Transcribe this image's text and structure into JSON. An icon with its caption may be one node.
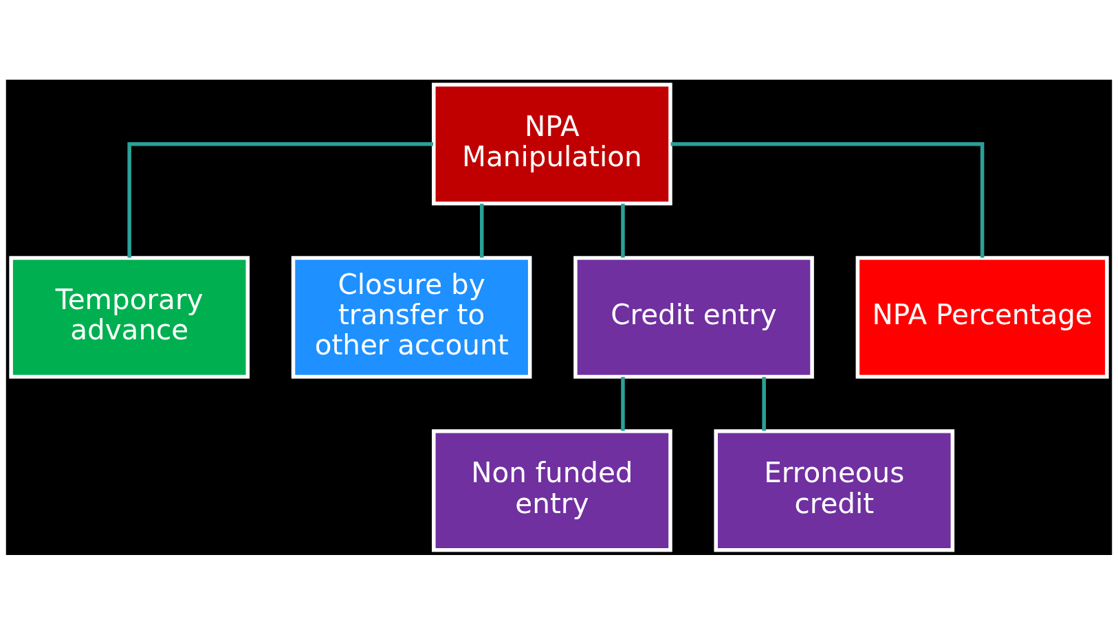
{
  "diagram": {
    "nodes": [
      {
        "text": [
          "NPA Manipulation"
        ]
      },
      {
        "text": [
          "Temporary advance"
        ]
      },
      {
        "text": [
          "Closure by transfer to other account"
        ]
      },
      {
        "text": [
          "Credit entry"
        ]
      },
      {
        "text": [
          "NPA Percentage"
        ]
      },
      {
        "text": [
          "Non funded entry"
        ]
      },
      {
        "text": [
          "Erroneous credit"
        ]
      }
    ],
    "edges": [
      {
        "from": 0,
        "to": 1,
        "arrow": "none"
      },
      {
        "from": 0,
        "to": 2,
        "arrow": "none"
      },
      {
        "from": 0,
        "to": 3,
        "arrow": "none"
      },
      {
        "from": 0,
        "to": 4,
        "arrow": "none"
      },
      {
        "from": 3,
        "to": 5,
        "arrow": "none"
      },
      {
        "from": 3,
        "to": 6,
        "arrow": "none"
      }
    ]
  }
}
